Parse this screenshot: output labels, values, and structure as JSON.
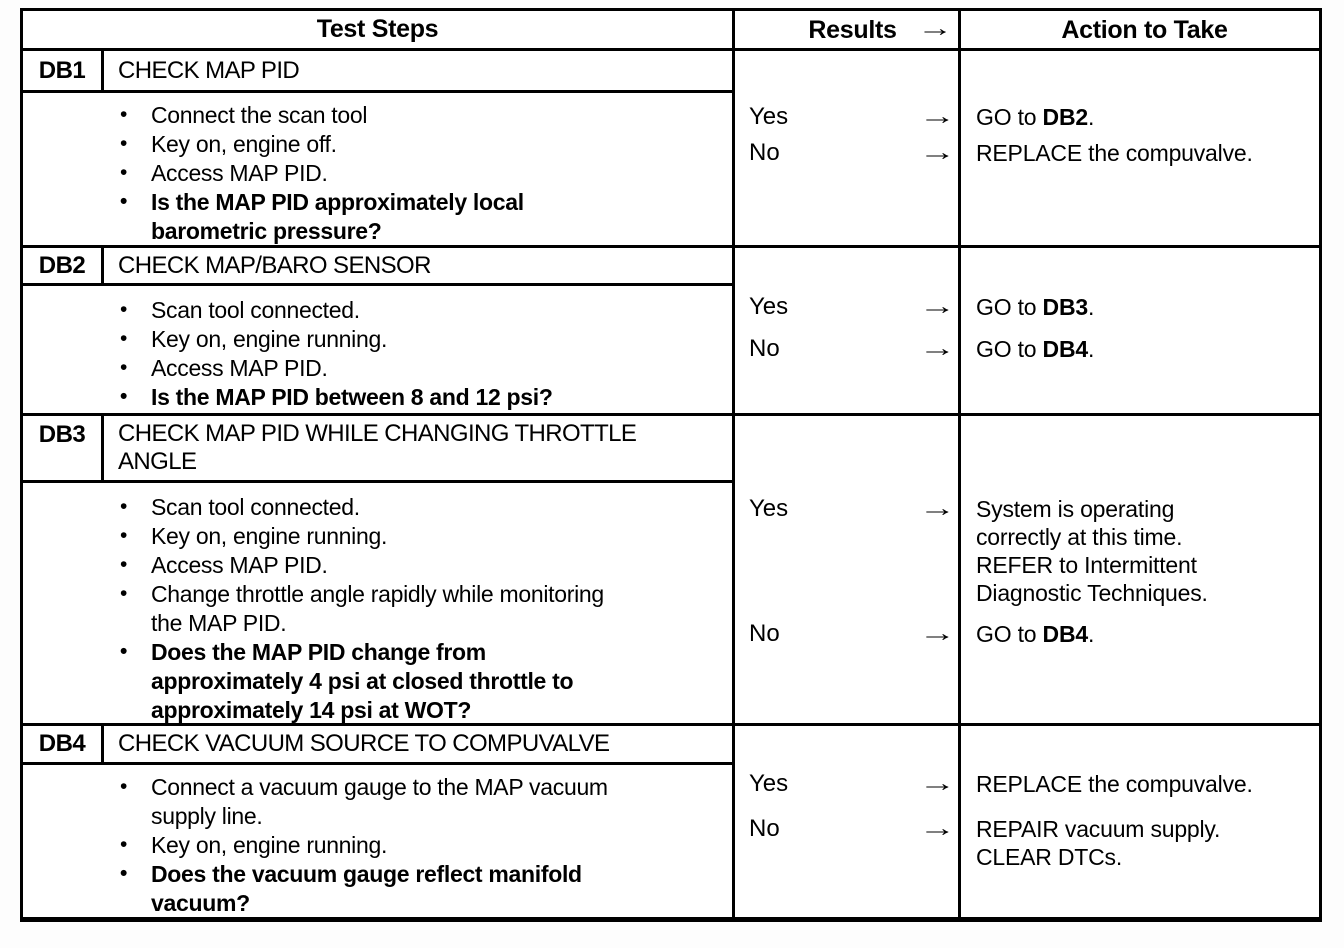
{
  "header": {
    "test_steps_label": "Test Steps",
    "results_label": "Results",
    "results_arrow": "→",
    "action_label": "Action to Take"
  },
  "rows": [
    {
      "id": "DB1",
      "title": "CHECK MAP PID",
      "steps": [
        {
          "text": "Connect the scan tool",
          "bold": false
        },
        {
          "text": "Key on, engine off.",
          "bold": false
        },
        {
          "text": "Access MAP PID.",
          "bold": false
        },
        {
          "text": "Is the MAP PID approximately local\nbarometric pressure?",
          "bold": true
        }
      ],
      "results": [
        {
          "answer": "Yes",
          "arrow": "→",
          "action_segments": [
            {
              "text": "GO to ",
              "bold": false
            },
            {
              "text": "DB2",
              "bold": true
            },
            {
              "text": ".",
              "bold": false
            }
          ]
        },
        {
          "answer": "No",
          "arrow": "→",
          "action_segments": [
            {
              "text": "REPLACE the compuvalve.",
              "bold": false
            }
          ]
        }
      ]
    },
    {
      "id": "DB2",
      "title": "CHECK MAP/BARO SENSOR",
      "steps": [
        {
          "text": "Scan tool connected.",
          "bold": false
        },
        {
          "text": "Key on, engine running.",
          "bold": false
        },
        {
          "text": "Access MAP PID.",
          "bold": false
        },
        {
          "text": "Is the MAP PID between 8 and 12 psi?",
          "bold": true
        }
      ],
      "results": [
        {
          "answer": "Yes",
          "arrow": "→",
          "action_segments": [
            {
              "text": "GO to ",
              "bold": false
            },
            {
              "text": "DB3",
              "bold": true
            },
            {
              "text": ".",
              "bold": false
            }
          ]
        },
        {
          "answer": "No",
          "arrow": "→",
          "action_segments": [
            {
              "text": "GO to ",
              "bold": false
            },
            {
              "text": "DB4",
              "bold": true
            },
            {
              "text": ".",
              "bold": false
            }
          ]
        }
      ]
    },
    {
      "id": "DB3",
      "title": "CHECK MAP PID WHILE CHANGING THROTTLE\nANGLE",
      "steps": [
        {
          "text": "Scan tool connected.",
          "bold": false
        },
        {
          "text": "Key on, engine running.",
          "bold": false
        },
        {
          "text": "Access MAP PID.",
          "bold": false
        },
        {
          "text": "Change throttle angle rapidly while monitoring\nthe MAP PID.",
          "bold": false
        },
        {
          "text": "Does the MAP PID change from\napproximately 4 psi at closed throttle to\napproximately 14 psi at WOT?",
          "bold": true
        }
      ],
      "results": [
        {
          "answer": "Yes",
          "arrow": "→",
          "action_segments": [
            {
              "text": "System is operating\ncorrectly at this time.\nREFER to Intermittent\nDiagnostic Techniques.",
              "bold": false
            }
          ]
        },
        {
          "answer": "No",
          "arrow": "→",
          "action_segments": [
            {
              "text": "GO to ",
              "bold": false
            },
            {
              "text": "DB4",
              "bold": true
            },
            {
              "text": ".",
              "bold": false
            }
          ]
        }
      ]
    },
    {
      "id": "DB4",
      "title": "CHECK VACUUM SOURCE TO COMPUVALVE",
      "steps": [
        {
          "text": "Connect a vacuum gauge to the MAP vacuum\nsupply line.",
          "bold": false
        },
        {
          "text": "Key on, engine running.",
          "bold": false
        },
        {
          "text": "Does the vacuum gauge reflect manifold\nvacuum?",
          "bold": true
        }
      ],
      "results": [
        {
          "answer": "Yes",
          "arrow": "→",
          "action_segments": [
            {
              "text": "REPLACE the compuvalve.",
              "bold": false
            }
          ]
        },
        {
          "answer": "No",
          "arrow": "→",
          "action_segments": [
            {
              "text": "REPAIR vacuum supply.\nCLEAR DTCs.",
              "bold": false
            }
          ]
        }
      ]
    }
  ]
}
